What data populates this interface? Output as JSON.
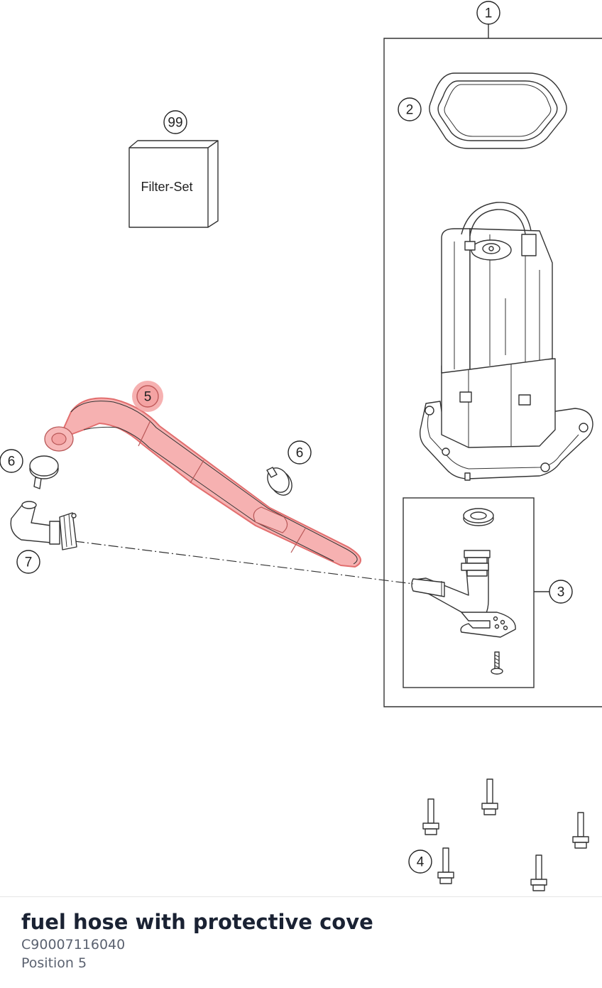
{
  "diagram": {
    "callouts": {
      "c1": "1",
      "c2": "2",
      "c3": "3",
      "c4": "4",
      "c5": "5",
      "c6a": "6",
      "c6b": "6",
      "c7": "7",
      "c99": "99"
    },
    "filter_box_label": "Filter-Set",
    "highlight_color": "#f4a3a3",
    "highlight_position": "5"
  },
  "footer": {
    "title": "fuel hose with protective cove",
    "code": "C90007116040",
    "position": "Position 5"
  }
}
